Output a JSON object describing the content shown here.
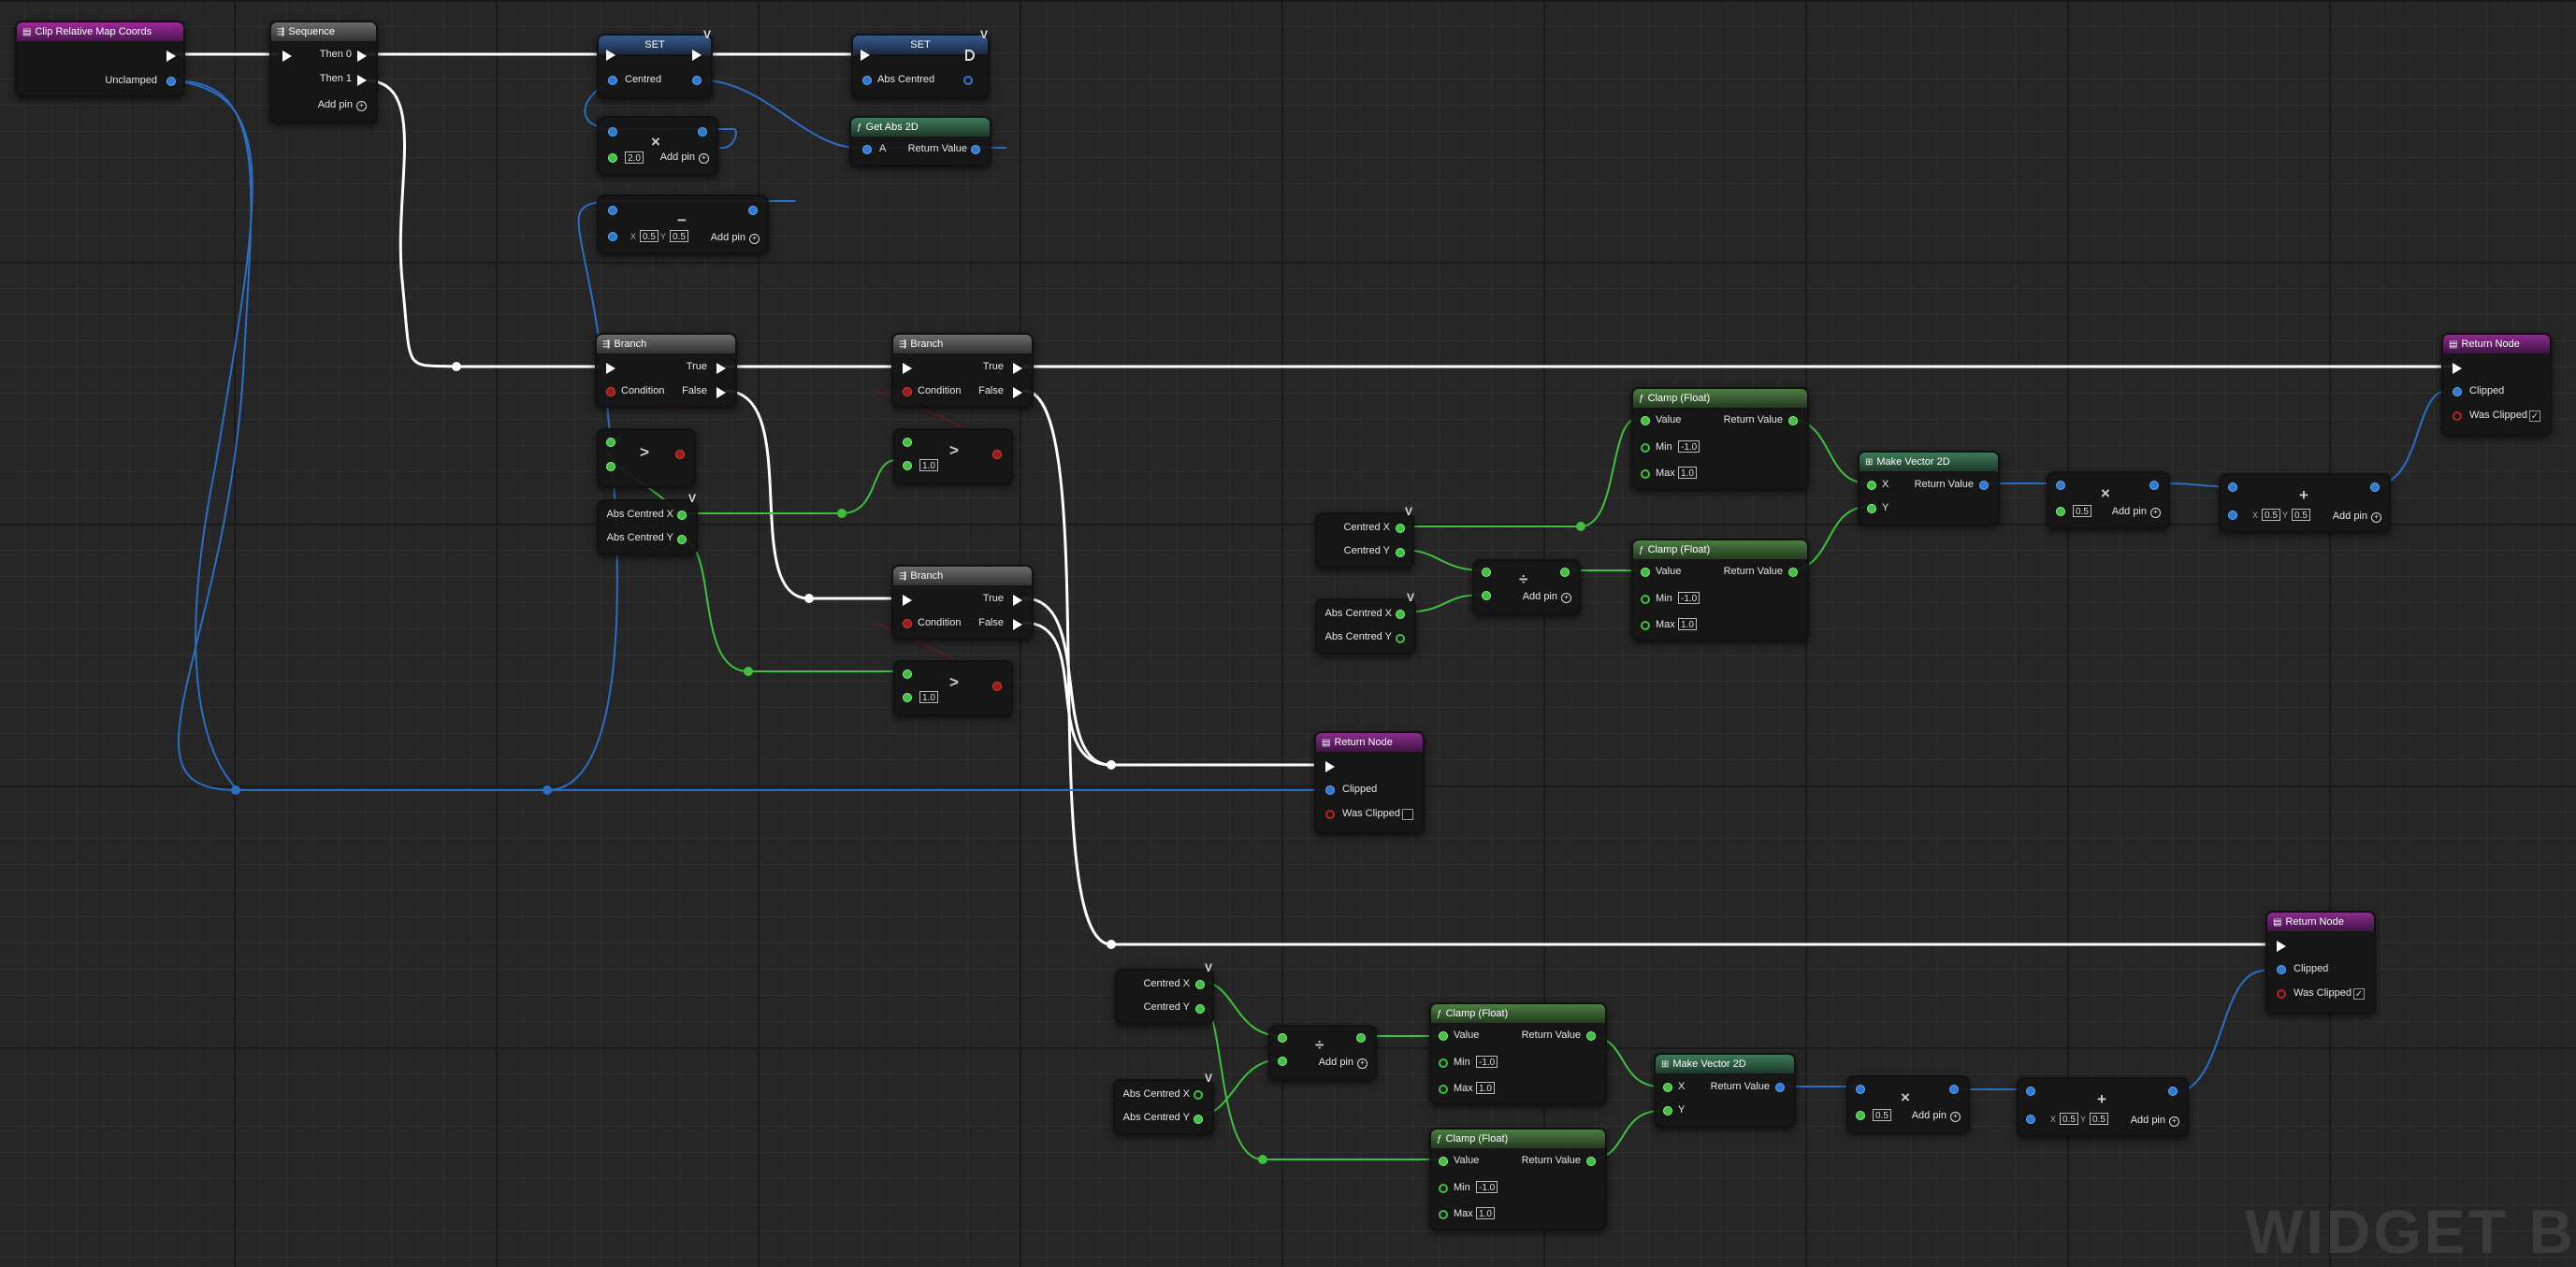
{
  "event_node": {
    "title": "Clip Relative Map Coords",
    "pin_unclamped": "Unclamped"
  },
  "sequence_node": {
    "title": "Sequence",
    "then0": "Then 0",
    "then1": "Then 1",
    "add_pin": "Add pin"
  },
  "set_centred": {
    "title": "SET",
    "pin": "Centred"
  },
  "set_abs_centred": {
    "title": "SET",
    "pin": "Abs Centred"
  },
  "get_abs_2d": {
    "title": "Get Abs 2D",
    "pin_a": "A",
    "pin_return": "Return Value"
  },
  "multiply_top": {
    "symbol": "×",
    "value": "2.0",
    "add_pin": "Add pin"
  },
  "subtract_top": {
    "symbol": "−",
    "x_label": "X",
    "x_value": "0.5",
    "y_label": "Y",
    "y_value": "0.5",
    "add_pin": "Add pin"
  },
  "branch1": {
    "title": "Branch",
    "true": "True",
    "false": "False",
    "condition": "Condition"
  },
  "branch2": {
    "title": "Branch",
    "true": "True",
    "false": "False",
    "condition": "Condition"
  },
  "branch3": {
    "title": "Branch",
    "true": "True",
    "false": "False",
    "condition": "Condition"
  },
  "greater_a": {
    "symbol": ">"
  },
  "greater_b": {
    "symbol": ">",
    "value": "1.0"
  },
  "greater_c": {
    "symbol": ">",
    "value": "1.0"
  },
  "break_abs_left": {
    "pin_x": "Abs Centred X",
    "pin_y": "Abs Centred Y"
  },
  "break_centred_mid": {
    "pin_x": "Centred X",
    "pin_y": "Centred Y"
  },
  "break_abs_mid": {
    "pin_x": "Abs Centred X",
    "pin_y": "Abs Centred Y"
  },
  "divide_mid": {
    "symbol": "÷",
    "add_pin": "Add pin"
  },
  "clamp_mid_1": {
    "title": "Clamp (Float)",
    "value": "Value",
    "return": "Return Value",
    "min": "Min",
    "min_value": "-1.0",
    "max": "Max",
    "max_value": "1.0"
  },
  "clamp_mid_2": {
    "title": "Clamp (Float)",
    "value": "Value",
    "return": "Return Value",
    "min": "Min",
    "min_value": "-1.0",
    "max": "Max",
    "max_value": "1.0"
  },
  "make_vector_mid": {
    "title": "Make Vector 2D",
    "x": "X",
    "y": "Y",
    "return": "Return Value"
  },
  "multiply_mid": {
    "symbol": "×",
    "value": "0.5",
    "add_pin": "Add pin"
  },
  "add_mid": {
    "symbol": "+",
    "x_label": "X",
    "x_value": "0.5",
    "y_label": "Y",
    "y_value": "0.5",
    "add_pin": "Add pin"
  },
  "return_top": {
    "title": "Return Node",
    "clipped": "Clipped",
    "was_clipped": "Was Clipped",
    "check": "✓"
  },
  "return_middle": {
    "title": "Return Node",
    "clipped": "Clipped",
    "was_clipped": "Was Clipped"
  },
  "return_bottom": {
    "title": "Return Node",
    "clipped": "Clipped",
    "was_clipped": "Was Clipped",
    "check": "✓"
  },
  "break_centred_bot": {
    "pin_x": "Centred X",
    "pin_y": "Centred Y"
  },
  "break_abs_bot": {
    "pin_x": "Abs Centred X",
    "pin_y": "Abs Centred Y"
  },
  "divide_bot": {
    "symbol": "÷",
    "add_pin": "Add pin"
  },
  "clamp_bot_1": {
    "title": "Clamp (Float)",
    "value": "Value",
    "return": "Return Value",
    "min": "Min",
    "min_value": "-1.0",
    "max": "Max",
    "max_value": "1.0"
  },
  "clamp_bot_2": {
    "title": "Clamp (Float)",
    "value": "Value",
    "return": "Return Value",
    "min": "Min",
    "min_value": "-1.0",
    "max": "Max",
    "max_value": "1.0"
  },
  "make_vector_bot": {
    "title": "Make Vector 2D",
    "x": "X",
    "y": "Y",
    "return": "Return Value"
  },
  "multiply_bot": {
    "symbol": "×",
    "value": "0.5",
    "add_pin": "Add pin"
  },
  "add_bot": {
    "symbol": "+",
    "x_label": "X",
    "x_value": "0.5",
    "y_label": "Y",
    "y_value": "0.5",
    "add_pin": "Add pin"
  },
  "watermark": "WIDGET B",
  "colors": {
    "exec": "#ffffff",
    "struct": "#2b7bd6",
    "float": "#3fc13f",
    "bool": "#a01818",
    "event_header": "#9e2a9a",
    "func_header": "#4e7d45"
  }
}
